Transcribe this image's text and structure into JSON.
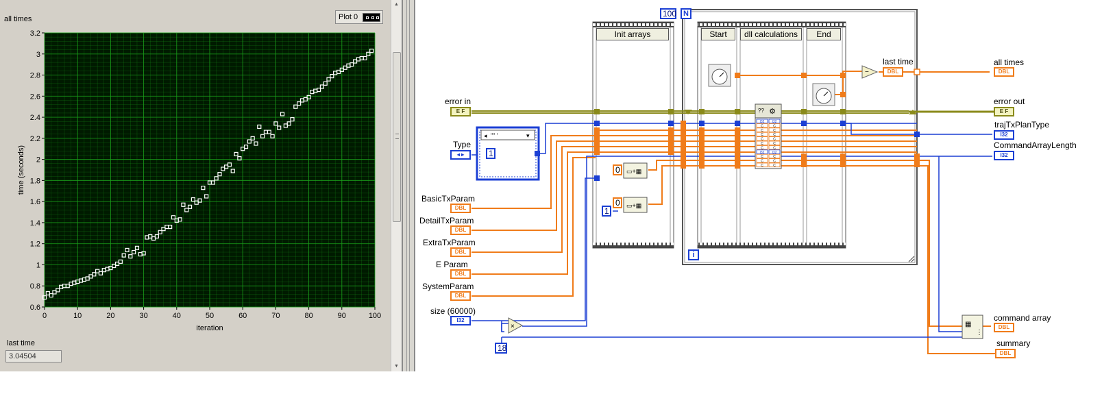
{
  "front_panel": {
    "graph_label": "all times",
    "legend_label": "Plot 0",
    "last_time_label": "last time",
    "last_time_value": "3.04504"
  },
  "chart_data": {
    "type": "scatter",
    "xlabel": "iteration",
    "ylabel": "time (seconds)",
    "xlim": [
      0,
      100
    ],
    "ylim": [
      0.6,
      3.2
    ],
    "x_ticks": [
      "0",
      "10",
      "20",
      "30",
      "40",
      "50",
      "60",
      "70",
      "80",
      "90",
      "100"
    ],
    "y_ticks": [
      "0.6",
      "0.8",
      "1",
      "1.2",
      "1.4",
      "1.6",
      "1.8",
      "2",
      "2.2",
      "2.4",
      "2.6",
      "2.8",
      "3",
      "3.2"
    ],
    "grid": true,
    "series": [
      {
        "name": "Plot 0",
        "color": "#ffffff",
        "x": [
          0,
          1,
          2,
          3,
          4,
          5,
          6,
          7,
          8,
          9,
          10,
          11,
          12,
          13,
          14,
          15,
          16,
          17,
          18,
          19,
          20,
          21,
          22,
          23,
          24,
          25,
          26,
          27,
          28,
          29,
          30,
          31,
          32,
          33,
          34,
          35,
          36,
          37,
          38,
          39,
          40,
          41,
          42,
          43,
          44,
          45,
          46,
          47,
          48,
          49,
          50,
          51,
          52,
          53,
          54,
          55,
          56,
          57,
          58,
          59,
          60,
          61,
          62,
          63,
          64,
          65,
          66,
          67,
          68,
          69,
          70,
          71,
          72,
          73,
          74,
          75,
          76,
          77,
          78,
          79,
          80,
          81,
          82,
          83,
          84,
          85,
          86,
          87,
          88,
          89,
          90,
          91,
          92,
          93,
          94,
          95,
          96,
          97,
          98,
          99
        ],
        "values": [
          0.69,
          0.73,
          0.71,
          0.74,
          0.76,
          0.79,
          0.8,
          0.8,
          0.82,
          0.83,
          0.84,
          0.85,
          0.86,
          0.87,
          0.89,
          0.91,
          0.94,
          0.92,
          0.95,
          0.96,
          0.97,
          0.99,
          1.01,
          1.03,
          1.09,
          1.14,
          1.08,
          1.12,
          1.16,
          1.1,
          1.11,
          1.26,
          1.27,
          1.25,
          1.27,
          1.31,
          1.34,
          1.36,
          1.36,
          1.45,
          1.42,
          1.43,
          1.57,
          1.52,
          1.55,
          1.62,
          1.59,
          1.61,
          1.73,
          1.65,
          1.78,
          1.78,
          1.82,
          1.86,
          1.91,
          1.93,
          1.95,
          1.89,
          2.05,
          2.01,
          2.1,
          2.12,
          2.17,
          2.2,
          2.15,
          2.31,
          2.22,
          2.26,
          2.26,
          2.22,
          2.34,
          2.3,
          2.43,
          2.32,
          2.34,
          2.38,
          2.5,
          2.53,
          2.56,
          2.57,
          2.59,
          2.64,
          2.65,
          2.66,
          2.69,
          2.72,
          2.76,
          2.79,
          2.82,
          2.83,
          2.85,
          2.87,
          2.89,
          2.9,
          2.93,
          2.95,
          2.96,
          2.96,
          3.0,
          3.03
        ]
      }
    ]
  },
  "block_diagram": {
    "inputs": {
      "error_in": "error in",
      "type": "Type",
      "basic": "BasicTxParam",
      "detail": "DetailTxParam",
      "extra": "ExtraTxParam",
      "e_param": "E    Param",
      "system": "SystemParam",
      "size": "size (60000)"
    },
    "outputs": {
      "last_time": "last time",
      "all_times": "all times",
      "error_out": "error out",
      "traj_type": "trajTxPlanType",
      "cmd_len": "CommandArrayLength",
      "cmd_array": "command array",
      "summary": "summary"
    },
    "frames": {
      "init": "Init arrays",
      "start": "Start",
      "dll": "dll calculations",
      "end": "End"
    },
    "loop": {
      "count_value": "100",
      "count_terminal": "N",
      "iteration_terminal": "i"
    },
    "constants": {
      "ring_value": "1",
      "init_zero_1": "0",
      "init_zero_2": "0",
      "init_one": "1",
      "multiplier": "18"
    },
    "enum_text": "\"\" '",
    "dll_header": "??",
    "dll_io_labels": [
      "I32",
      "C",
      "C",
      "C",
      "C",
      "C",
      "C",
      "I32",
      "C",
      "C",
      "C"
    ],
    "type_labels": {
      "dbl": "DBL",
      "i32": "I32",
      "err": "E F",
      "enum": "◂ ▸"
    },
    "colors": {
      "wire_orange": "#f07c1a",
      "wire_blue": "#1b3fd4",
      "wire_error": "#8a8a1a",
      "plot_bg": "#001a00",
      "plot_grid": "#1aa01a"
    }
  }
}
